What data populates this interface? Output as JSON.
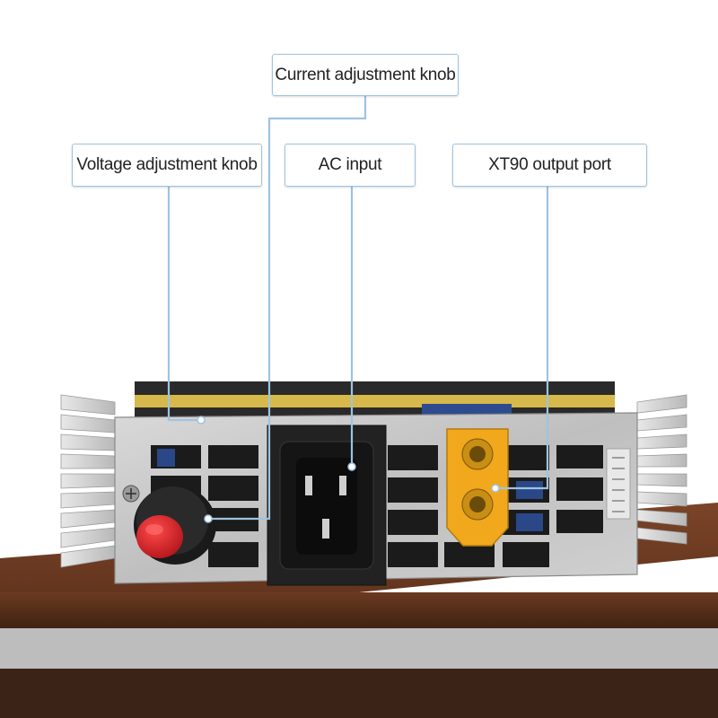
{
  "labels": {
    "current_knob": "Current adjustment knob",
    "voltage_knob": "Voltage adjustment knob",
    "ac_input": "AC input",
    "xt90_port": "XT90 output port"
  },
  "colors": {
    "callout_border": "#9fc3e0",
    "leader_line": "#9fc3e0",
    "knob_red": "#d81f26",
    "xt90_yellow": "#f2a81c",
    "wood": "#6e3b22",
    "metal": "#c9c9c9"
  }
}
